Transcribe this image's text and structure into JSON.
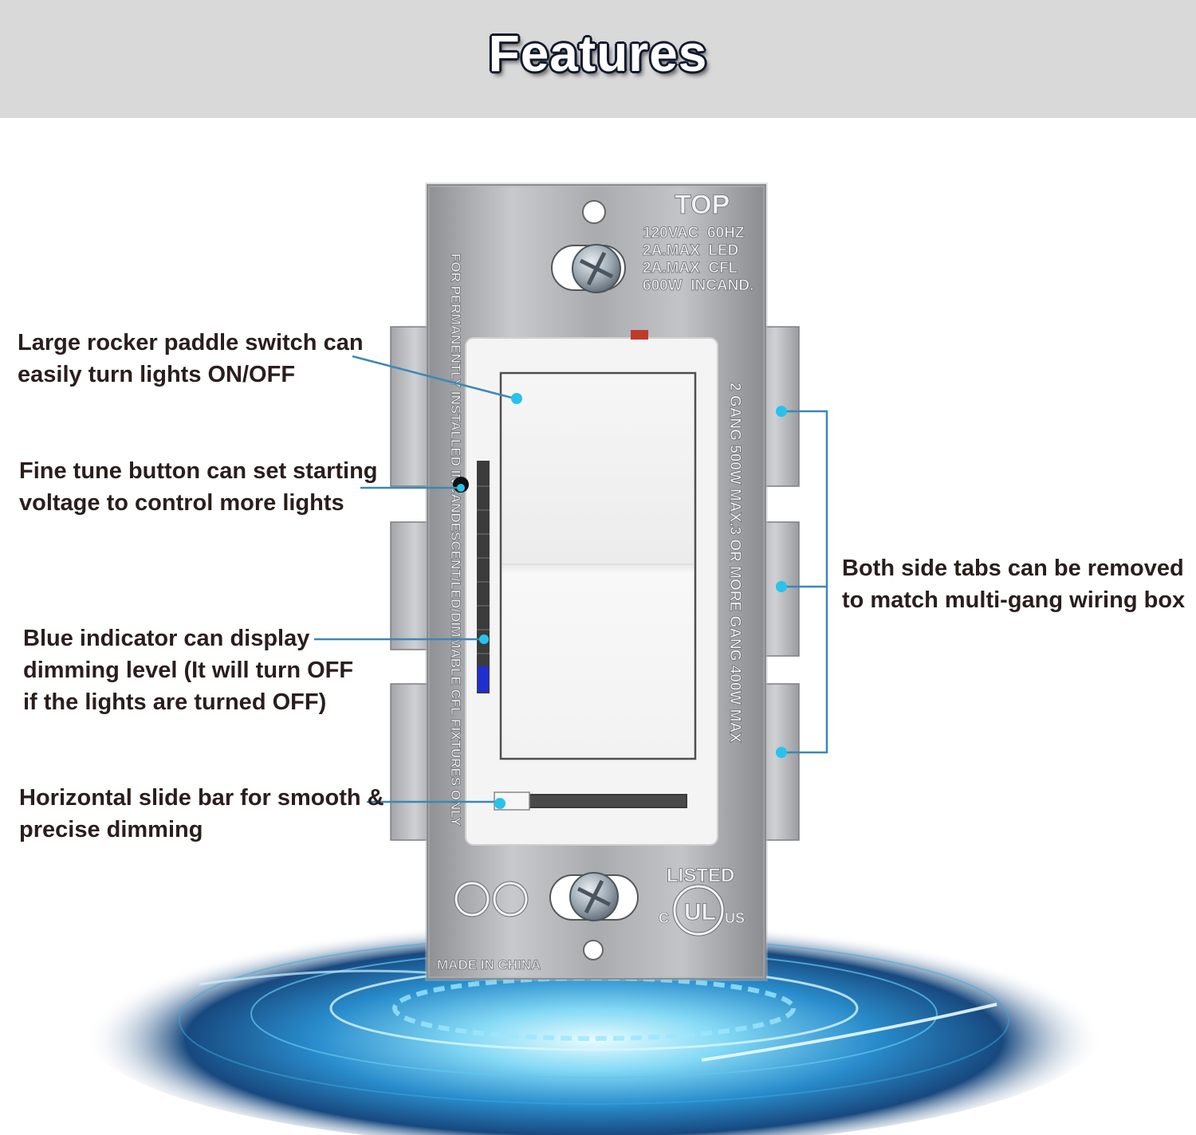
{
  "header": {
    "title": "Features"
  },
  "plate": {
    "top_label": "TOP",
    "rating_lines": [
      "120VAC  60HZ",
      "2A.MAX  LED",
      "2A.MAX  CFL",
      "600W  INCAND."
    ],
    "left_edge_text": "FOR PERMANENTLY INSTALLED INCANDESCENT/LED/DIMMABLE CFL FIXTURES ONLY",
    "right_edge_text": "2 GANG 500W MAX.3 OR MORE GANG 400W MAX",
    "listed_label": "LISTED",
    "ul_mark": "UL",
    "ul_left": "C",
    "ul_right": "US",
    "made_in": "MADE IN CHINA"
  },
  "callouts": {
    "paddle": [
      "Large rocker paddle switch can",
      "easily turn lights ON/OFF"
    ],
    "fine_tune": [
      "Fine tune button can set starting",
      "voltage to control more lights"
    ],
    "indicator": [
      "Blue indicator can display",
      "dimming level (It will turn OFF",
      "if the lights are turned OFF)"
    ],
    "slide_bar": [
      "Horizontal slide bar for smooth &",
      "precise dimming"
    ],
    "side_tabs": [
      "Both side tabs can be removed",
      "to match multi-gang wiring box"
    ]
  },
  "colors": {
    "header_bg": "#d9d9d9",
    "callout_text": "#2a1e1c",
    "leader_line": "#3b88b5",
    "leader_dot": "#27c3ec",
    "indicator_led": "#1f2fd0"
  }
}
